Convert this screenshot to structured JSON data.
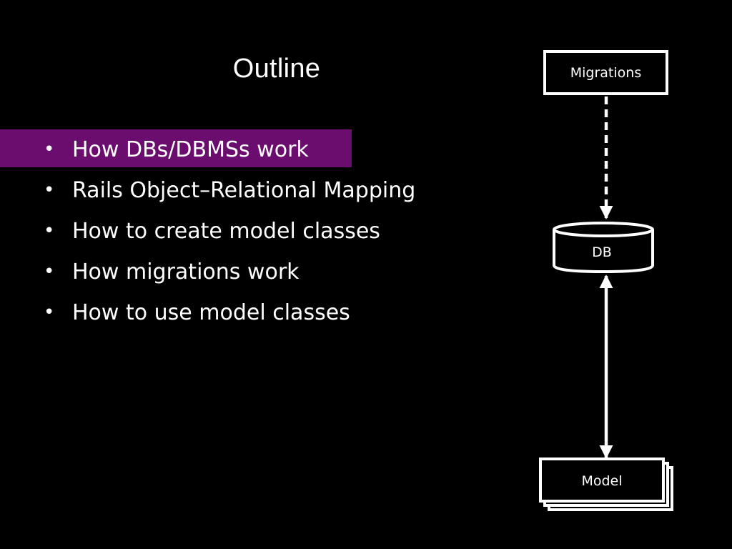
{
  "slide": {
    "title": "Outline",
    "background": "#000000",
    "highlight_color": "#6a0d6e",
    "text_color": "#ffffff",
    "bullet_glyph": "•",
    "bullets": [
      "How DBs/DBMSs work",
      "Rails Object–Relational Mapping",
      "How to create model classes",
      "How migrations work",
      "How to use model classes"
    ]
  },
  "diagram": {
    "nodes": {
      "migrations": "Migrations",
      "db": "DB",
      "model": "Model"
    },
    "edges": [
      {
        "from": "migrations",
        "to": "db",
        "style": "dashed",
        "direction": "forward"
      },
      {
        "from": "db",
        "to": "model",
        "style": "solid",
        "direction": "both"
      }
    ]
  }
}
